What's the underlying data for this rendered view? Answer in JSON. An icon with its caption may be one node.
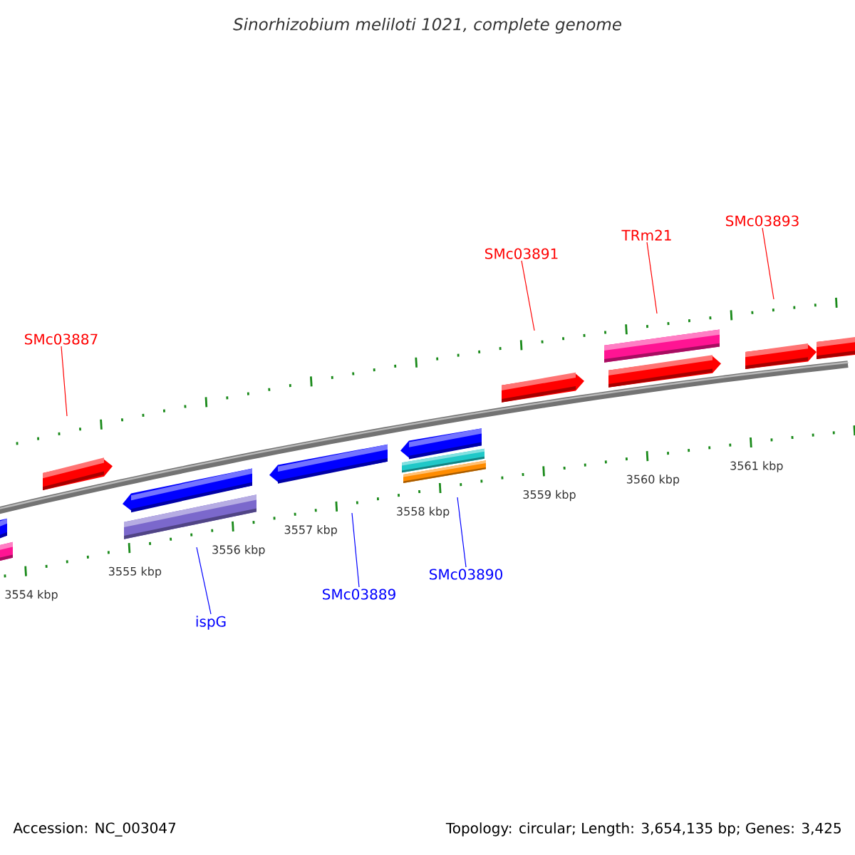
{
  "diagram": {
    "title": "Sinorhizobium meliloti 1021, complete genome",
    "nodes": [
      {
        "text": [
          "SMc03887"
        ]
      },
      {
        "text": [
          "SMc03891"
        ]
      },
      {
        "text": [
          "TRm21"
        ]
      },
      {
        "text": [
          "SMc03893"
        ]
      },
      {
        "text": [
          "ispG"
        ]
      },
      {
        "text": [
          "SMc03889"
        ]
      },
      {
        "text": [
          "SMc03890"
        ]
      }
    ],
    "edges": [
      {
        "from": 0,
        "to": null,
        "arrow": "none"
      },
      {
        "from": 1,
        "to": null,
        "arrow": "none"
      },
      {
        "from": 2,
        "to": null,
        "arrow": "none"
      },
      {
        "from": 3,
        "to": null,
        "arrow": "none"
      },
      {
        "from": 4,
        "to": null,
        "arrow": "none",
        "color": "#0000ff"
      },
      {
        "from": 5,
        "to": null,
        "arrow": "none",
        "color": "#0000ff"
      },
      {
        "from": 6,
        "to": null,
        "arrow": "none",
        "color": "#0000ff"
      }
    ],
    "labels": [
      "3554 kbp",
      "3555 kbp",
      "3556 kbp",
      "3557 kbp",
      "3558 kbp",
      "3559 kbp",
      "3560 kbp",
      "3561 kbp",
      "Accession: NC_003047",
      "Topology: circular; Length: 3,654,135 bp; Genes: 3,425"
    ]
  }
}
